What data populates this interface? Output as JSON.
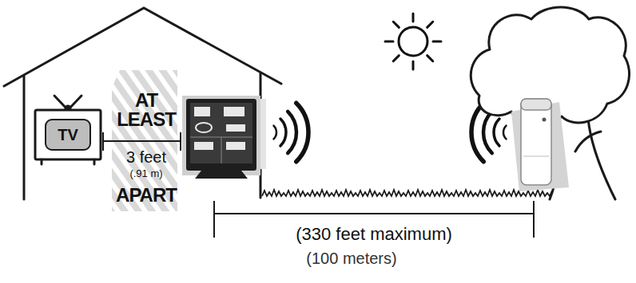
{
  "diagram": {
    "nodes": [
      {
        "text": [
          "TV"
        ]
      }
    ],
    "labels": [
      "AT LEAST",
      "3 feet",
      "(.91 m)",
      "APART",
      "(330 feet maximum)",
      "(100 meters)"
    ]
  }
}
